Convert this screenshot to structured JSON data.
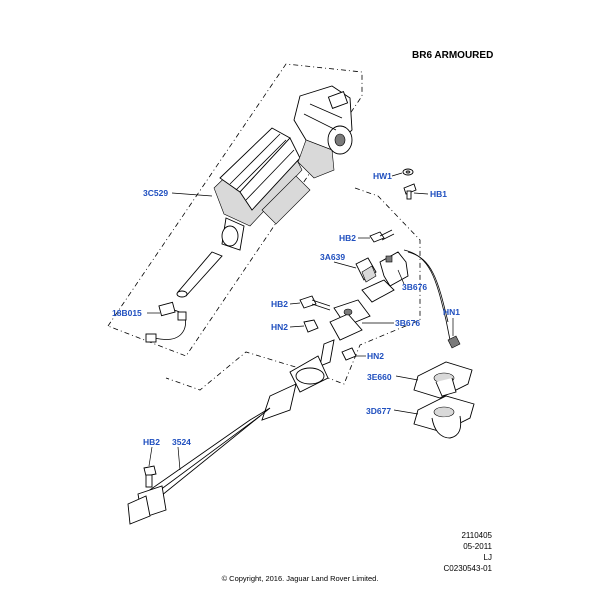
{
  "title": "BR6 ARMOURED",
  "callouts": {
    "c3C529": "3C529",
    "cHW1": "HW1",
    "cHB1": "HB1",
    "cHB2_top": "HB2",
    "c3A639": "3A639",
    "c3B676_top": "3B676",
    "cHB2_mid": "HB2",
    "cHN2_left": "HN2",
    "c3B676_mid": "3B676",
    "cHN1": "HN1",
    "c18B015": "18B015",
    "cHN2_right": "HN2",
    "c3E660": "3E660",
    "c3D677": "3D677",
    "cHB2_bottom": "HB2",
    "c3524": "3524"
  },
  "info": {
    "ref": "2110405",
    "date": "05-2011",
    "initials": "LJ",
    "code": "C0230543-01"
  },
  "copyright": "© Copyright, 2016. Jaguar Land Rover Limited."
}
